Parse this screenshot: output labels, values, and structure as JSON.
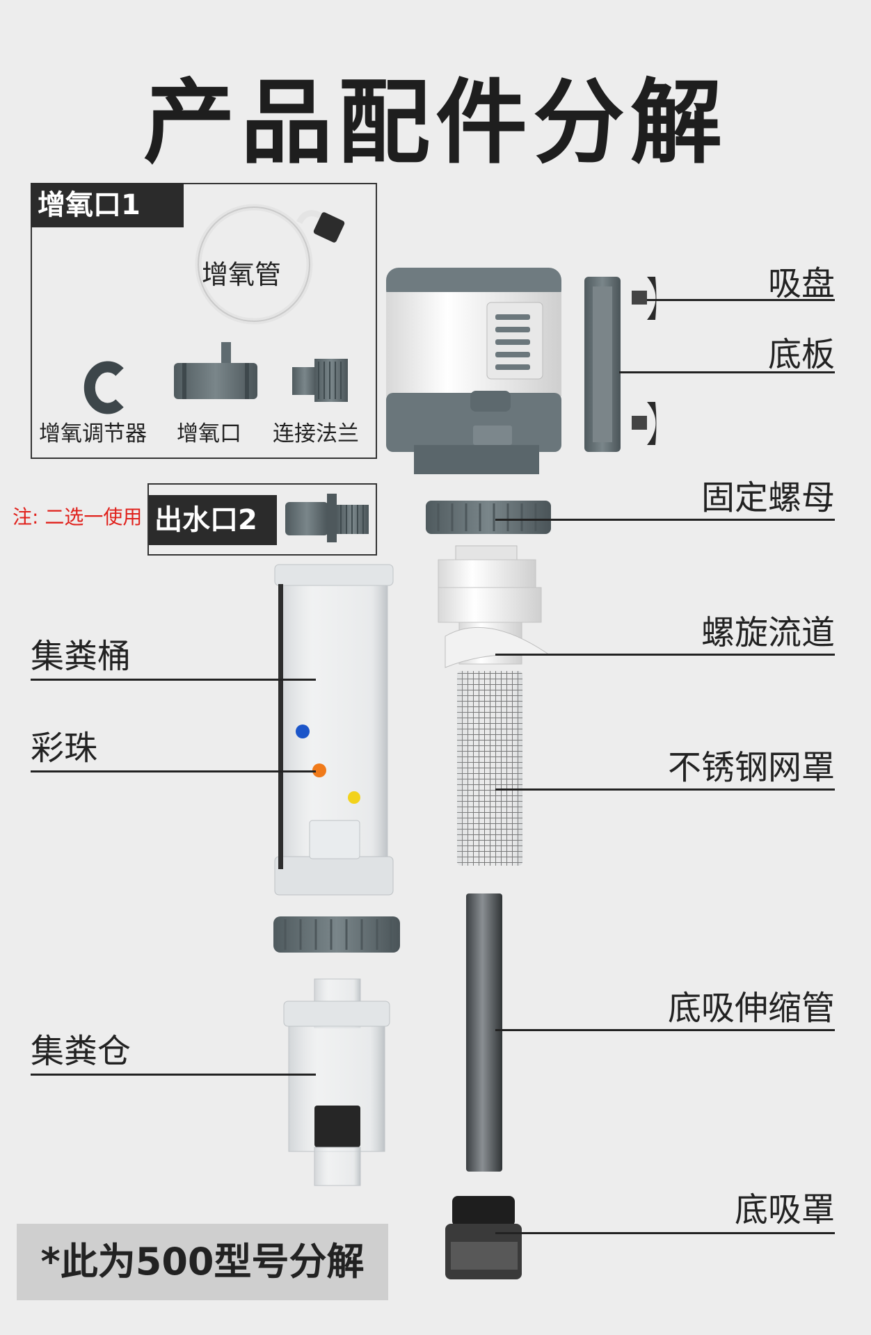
{
  "title": "产品配件分解",
  "oxygen_kit": {
    "tag": "增氧口1",
    "hose_label": "增氧管",
    "regulator_label": "增氧调节器",
    "inlet_label": "增氧口",
    "flange_label": "连接法兰"
  },
  "outlet": {
    "note": "注: 二选一使用",
    "tag": "出水口2"
  },
  "left_labels": {
    "bucket": "集粪桶",
    "beads": "彩珠",
    "chamber": "集粪仓"
  },
  "right_labels": {
    "suction_cup": "吸盘",
    "base_plate": "底板",
    "nut": "固定螺母",
    "spiral": "螺旋流道",
    "mesh": "不锈钢网罩",
    "tube": "底吸伸缩管",
    "cover": "底吸罩"
  },
  "footnote": "*此为500型号分解",
  "colors": {
    "background": "#ededed",
    "dark": "#2b2b2b",
    "grey_part": "#5f6b70",
    "note_red": "#e0201b"
  }
}
